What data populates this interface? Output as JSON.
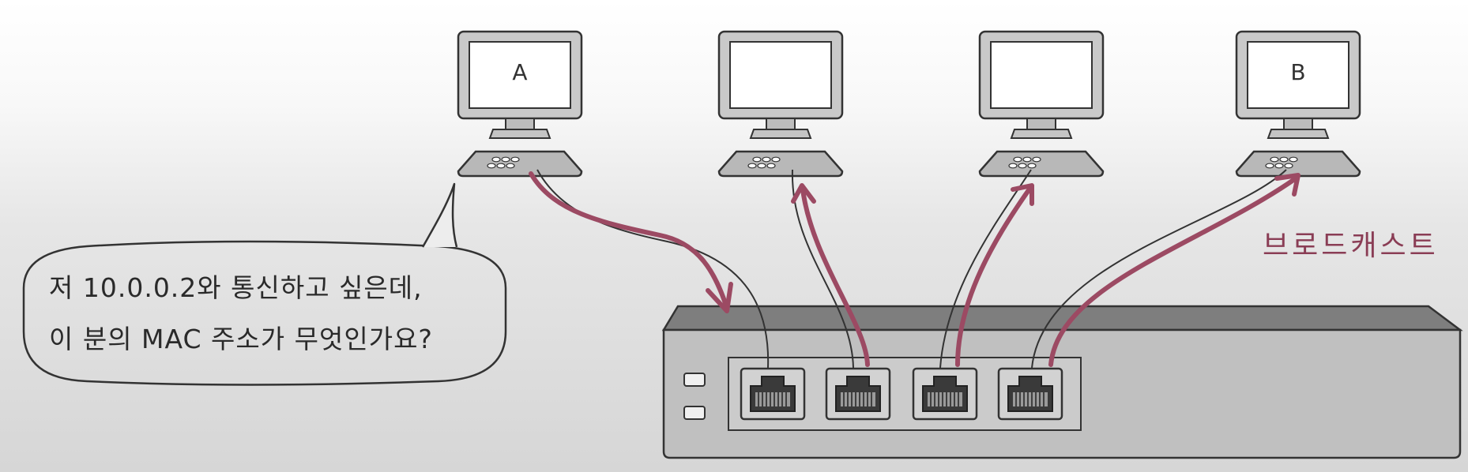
{
  "computers": [
    {
      "id": "pc-a",
      "label": "A"
    },
    {
      "id": "pc-2",
      "label": ""
    },
    {
      "id": "pc-3",
      "label": ""
    },
    {
      "id": "pc-b",
      "label": "B"
    }
  ],
  "speech_bubble": {
    "line1": "저 10.0.0.2와 통신하고 싶은데,",
    "line2": "이 분의 MAC 주소가 무엇인가요?"
  },
  "broadcast_label": "브로드캐스트",
  "colors": {
    "arrow": "#9c4a63",
    "outline": "#333333",
    "device_gray": "#b4b4b4",
    "screen": "#ffffff"
  }
}
